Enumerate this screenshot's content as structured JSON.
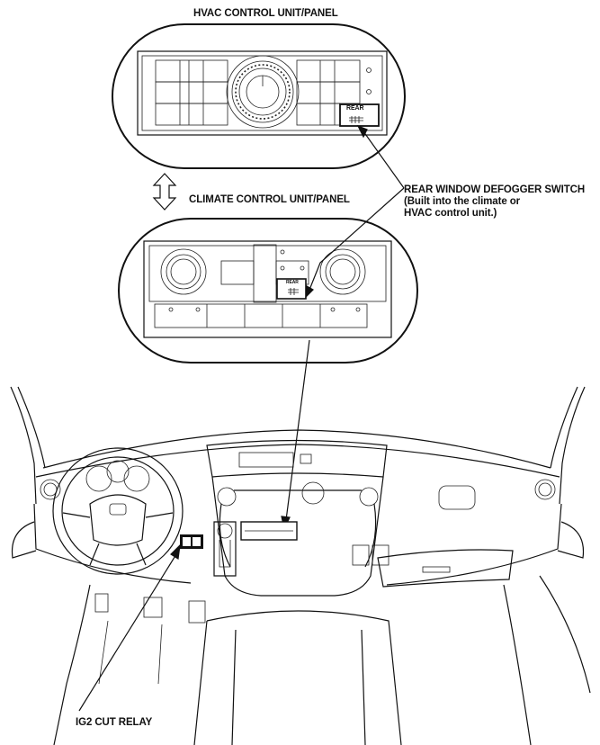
{
  "labels": {
    "hvac_title": "HVAC CONTROL UNIT/PANEL",
    "climate_title": "CLIMATE CONTROL UNIT/PANEL",
    "switch_title": "REAR WINDOW DEFOGGER SWITCH",
    "switch_note_1": "(Built into the climate or",
    "switch_note_2": "HVAC control unit.)",
    "relay": "IG2 CUT RELAY",
    "rear_button": "REAR",
    "rear_button_small": "REAR"
  }
}
